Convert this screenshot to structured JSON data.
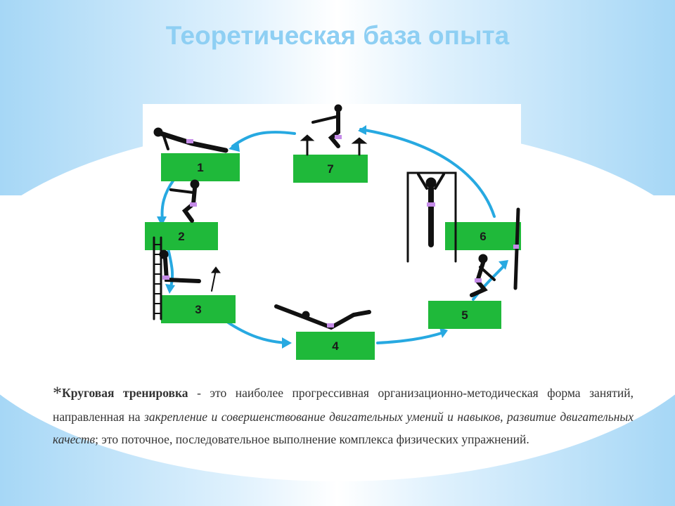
{
  "colors": {
    "title": "#8ecff3",
    "box": "#1fb93a",
    "arrow": "#27a9e1",
    "sky": "#a8d8f7"
  },
  "title": "Теоретическая база опыта",
  "diagram": {
    "stations": [
      {
        "label": "1"
      },
      {
        "label": "2"
      },
      {
        "label": "3"
      },
      {
        "label": "4"
      },
      {
        "label": "5"
      },
      {
        "label": "6"
      },
      {
        "label": "7"
      }
    ]
  },
  "paragraph": {
    "bullet": "*",
    "term": "Круговая тренировка",
    "part1": " - это наиболее прогрессивная организационно-методическая форма занятий, направленная на ",
    "italic1": "закрепление и совершенствование двигательных умений и навыков, развитие двигательных качеств",
    "part2": "; это поточное, последовательное выполнение комплекса физических упражнений."
  }
}
